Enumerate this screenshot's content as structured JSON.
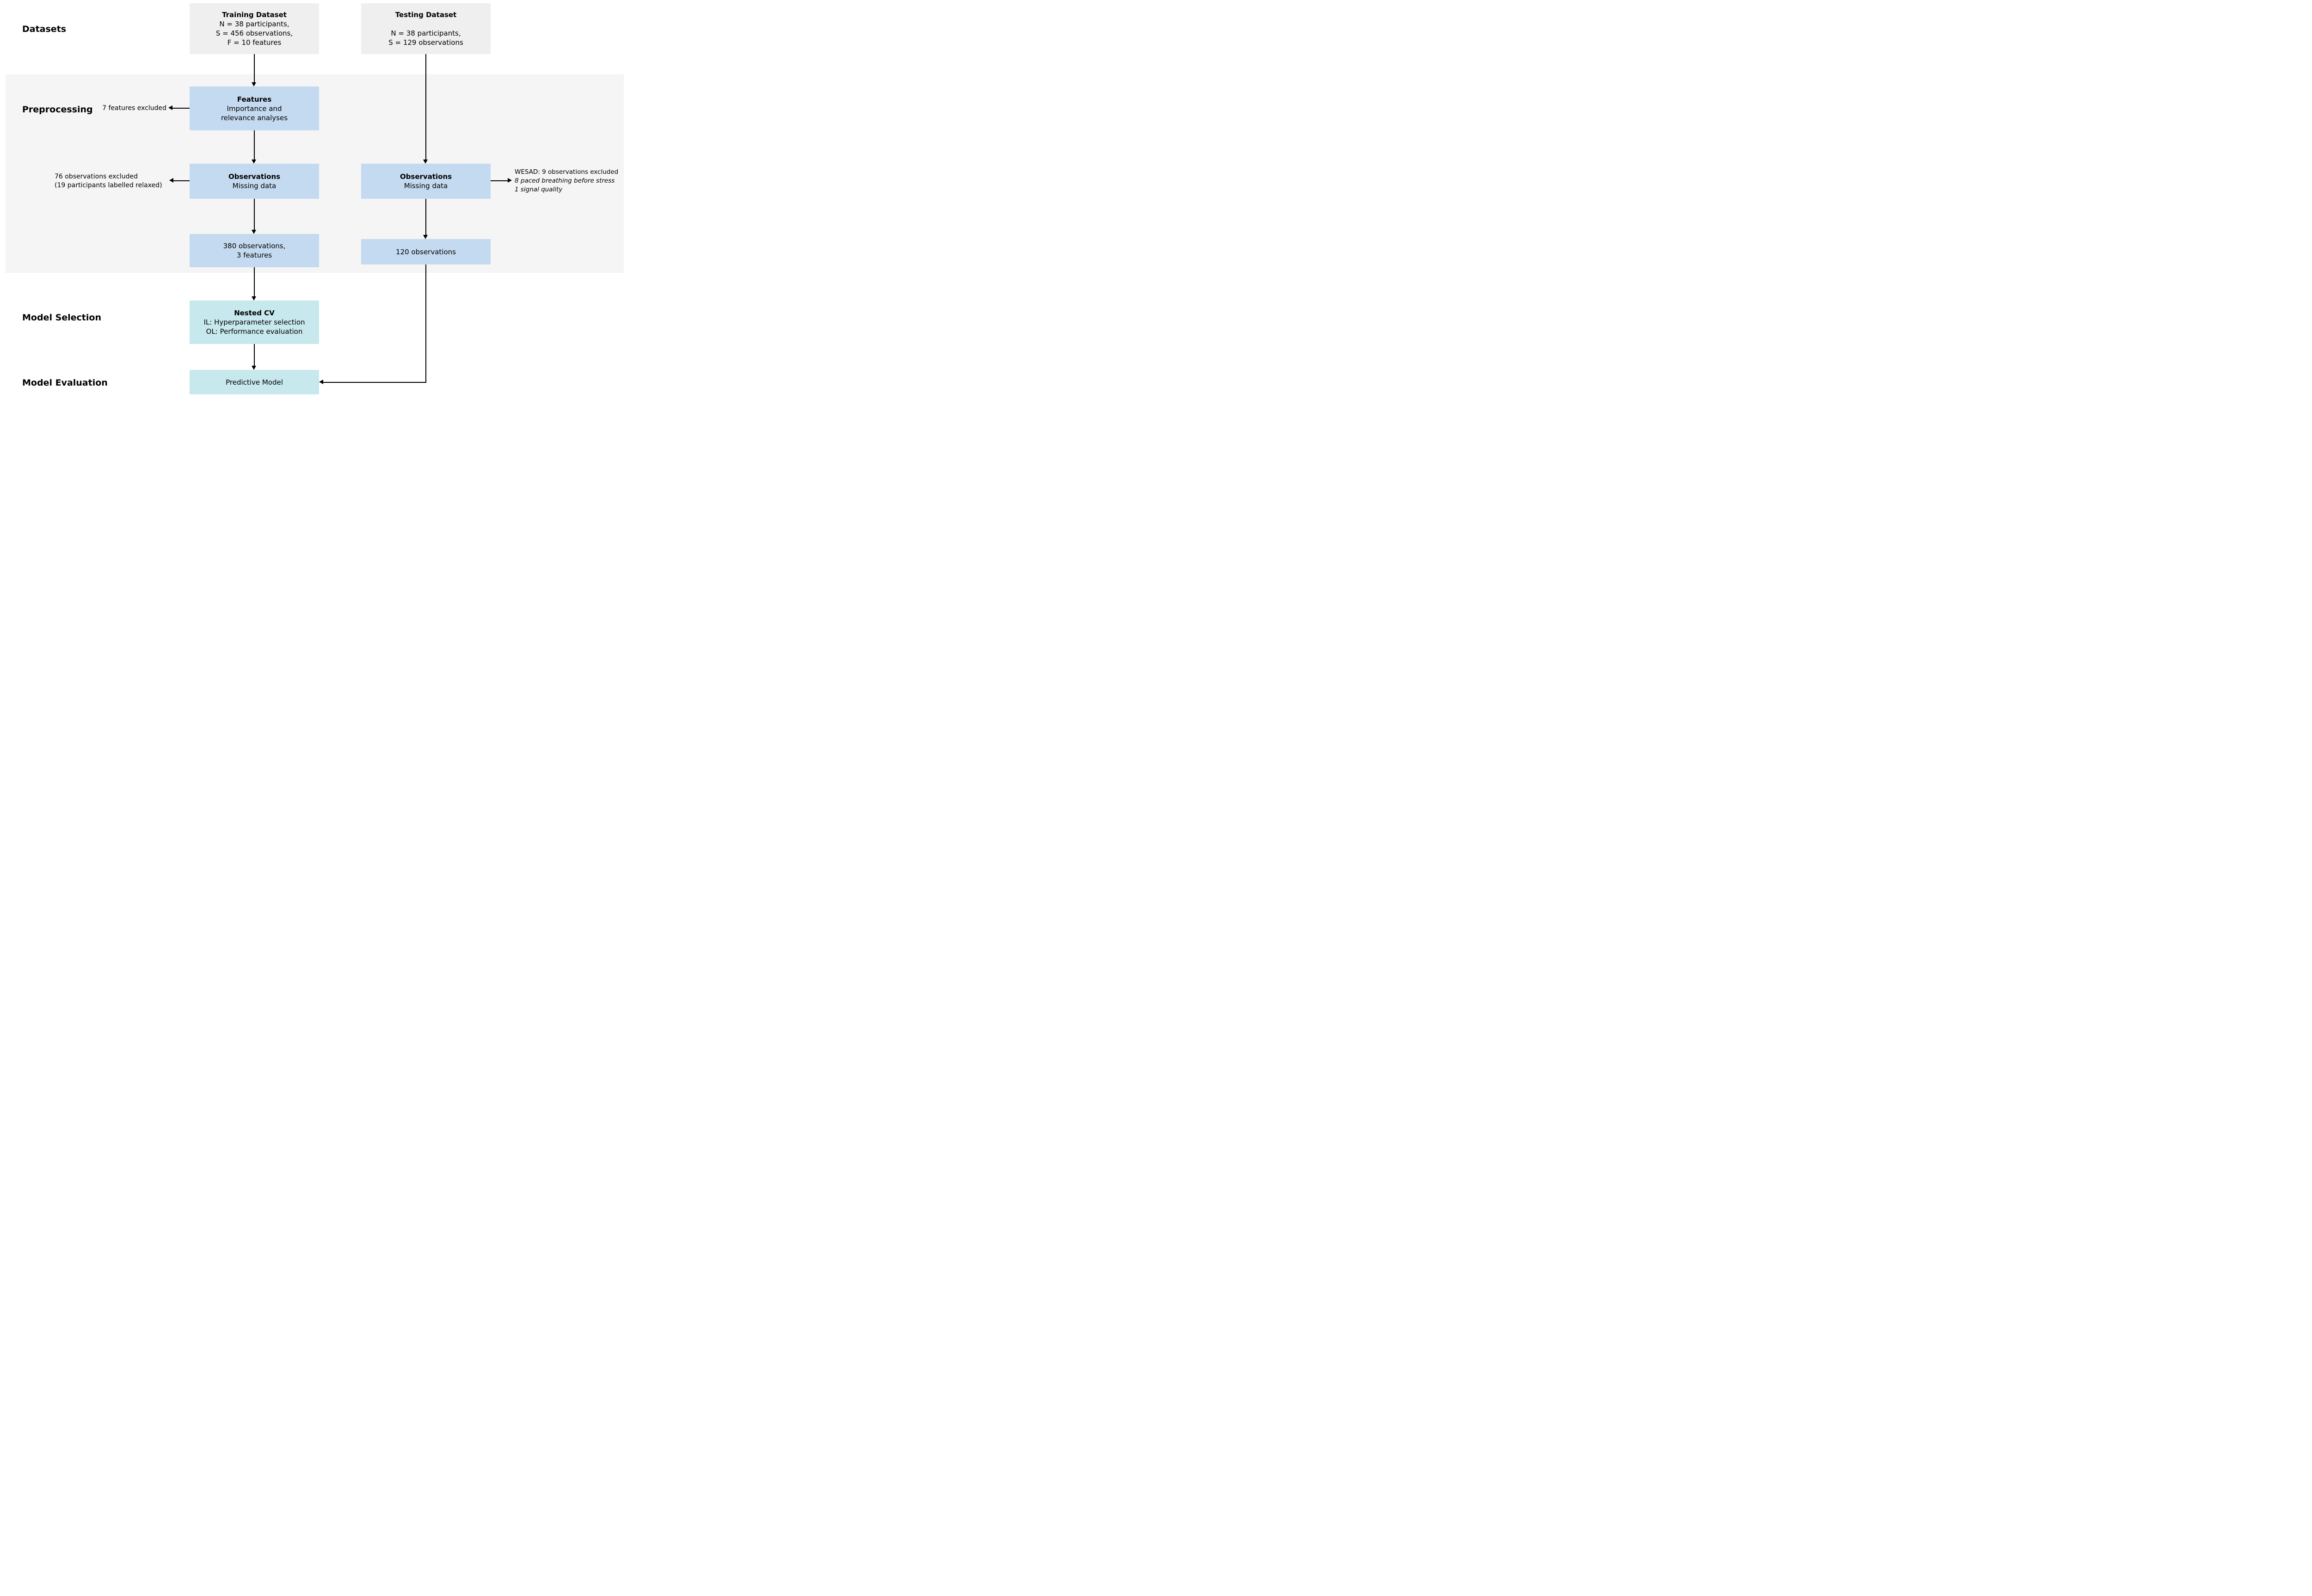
{
  "sections": {
    "datasets": "Datasets",
    "preprocessing": "Preprocessing",
    "model_selection": "Model Selection",
    "model_evaluation": "Model Evaluation"
  },
  "boxes": {
    "training_dataset": {
      "title": "Training Dataset",
      "lines": [
        "N = 38 participants,",
        "S = 456 observations,",
        "F = 10 features"
      ]
    },
    "testing_dataset": {
      "title": "Testing Dataset",
      "lines": [
        "N = 38 participants,",
        "S = 129 observations"
      ]
    },
    "features": {
      "title": "Features",
      "lines": [
        "Importance and",
        "relevance analyses"
      ]
    },
    "observations_train": {
      "title": "Observations",
      "lines": [
        "Missing data"
      ]
    },
    "observations_test": {
      "title": "Observations",
      "lines": [
        "Missing data"
      ]
    },
    "train_result": {
      "lines": [
        "380 observations,",
        "3 features"
      ]
    },
    "test_result": {
      "label": "120 observations"
    },
    "nested_cv": {
      "title": "Nested CV",
      "lines": [
        "IL: Hyperparameter selection",
        "OL: Performance evaluation"
      ]
    },
    "predictive_model": {
      "label": "Predictive Model"
    }
  },
  "annotations": {
    "features_excluded": {
      "label": "7 features excluded"
    },
    "train_observations_excluded": {
      "lines": [
        "76 observations excluded",
        "(19 participants labelled relaxed)"
      ]
    },
    "test_observations_excluded": {
      "label": "WESAD: 9 observations excluded",
      "italic_lines": [
        "8 paced breathing before stress",
        "1 signal quality"
      ]
    }
  },
  "colors": {
    "dataset_box": "#efefef",
    "band": "#f5f5f5",
    "process_box": "#c4daf0",
    "model_box": "#c7e8ed",
    "arrow": "#000000"
  }
}
